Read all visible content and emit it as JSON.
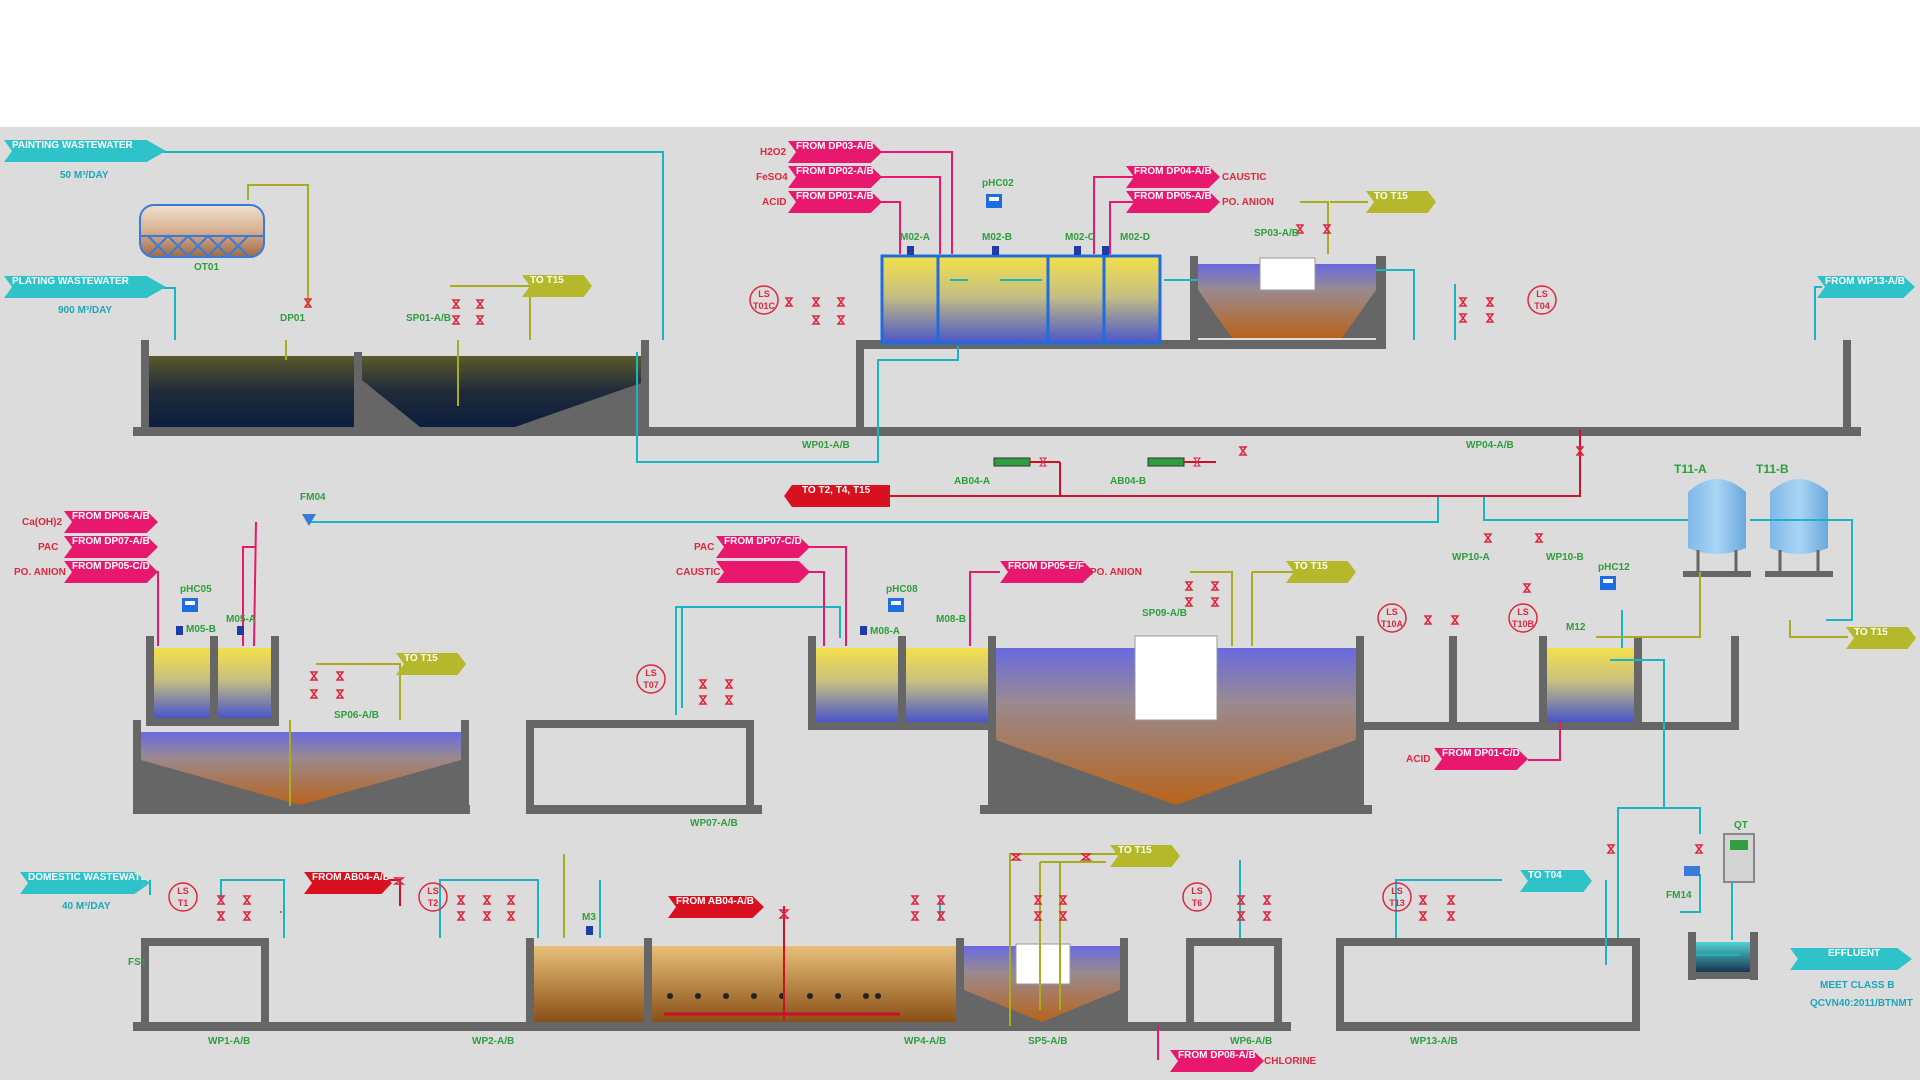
{
  "colors": {
    "background": "#dcdcdc",
    "wall": "#666666",
    "pipe_cyan": "#19b5c4",
    "pipe_magenta": "#e8186e",
    "pipe_olive": "#a8ad1e",
    "pipe_red": "#d0102a",
    "label_green": "#2e9e3e",
    "tag_magenta": "#e8186e",
    "tag_cyan": "#2ec3c8",
    "tag_olive": "#b5b82a",
    "tag_red": "#d8101f"
  },
  "inflows": {
    "painting": {
      "label": "PAINTING WASTEWATER",
      "rate": "50 M³/DAY"
    },
    "plating": {
      "label": "PLATING WASTEWATER",
      "rate": "900 M³/DAY"
    },
    "domestic": {
      "label": "DOMESTIC WASTEWATER",
      "rate": "40 M³/DAY"
    },
    "from_wp13": "FROM WP13-A/B"
  },
  "effluent": {
    "label": "EFFLUENT",
    "note1": "MEET CLASS B",
    "note2": "QCVN40:2011/BTNMT"
  },
  "chem_tags": {
    "dp03ab": "FROM DP03-A/B",
    "dp02ab": "FROM DP02-A/B",
    "dp01ab": "FROM DP01-A/B",
    "dp04ab": "FROM DP04-A/B",
    "dp05ab": "FROM DP05-A/B",
    "dp06ab": "FROM DP06-A/B",
    "dp07ab": "FROM DP07-A/B",
    "dp05cd": "FROM DP05-C/D",
    "dp07cd": "FROM DP07-C/D",
    "dp05ef": "FROM DP05-E/F",
    "dp01cd": "FROM DP01-C/D",
    "dp08ab": "FROM DP08-A/B",
    "ab04ab_1": "FROM AB04-A/B",
    "ab04ab_2": "FROM AB04-A/B",
    "caustic_blank": ""
  },
  "chem_names": {
    "h2o2": "H2O2",
    "feso4": "FeSO4",
    "acid1": "ACID",
    "caustic1": "CAUSTIC",
    "po_anion1": "PO. ANION",
    "caoh2": "Ca(OH)2",
    "pac1": "PAC",
    "po_anion2": "PO. ANION",
    "pac2": "PAC",
    "caustic2": "CAUSTIC",
    "po_anion3": "PO. ANION",
    "acid2": "ACID",
    "chlorine": "CHLORINE"
  },
  "to_tags": {
    "t15_1": "TO T15",
    "t15_2": "TO T15",
    "t15_3": "TO T15",
    "t15_4": "TO T15",
    "t15_5": "TO T15",
    "t15_6": "TO T15",
    "t04": "TO T04",
    "t2t4t15": "TO T2, T4, T15"
  },
  "ls": {
    "t01c": "T01C",
    "t04": "T04",
    "t07": "T07",
    "t10a": "T10A",
    "t10b": "T10B",
    "t1": "T1",
    "t2": "T2",
    "t6": "T6",
    "t13": "T13",
    "prefix": "LS"
  },
  "equipment": {
    "ot01": "OT01",
    "dp01": "DP01",
    "sp01": "SP01-A/B",
    "wp01": "WP01-A/B",
    "m02a": "M02-A",
    "m02b": "M02-B",
    "m02c": "M02-C",
    "m02d": "M02-D",
    "phc02": "pHC02",
    "sp03": "SP03-A/B",
    "wp04": "WP04-A/B",
    "ab04a": "AB04-A",
    "ab04b": "AB04-B",
    "fm04": "FM04",
    "t11a": "T11-A",
    "t11b": "T11-B",
    "wp10a": "WP10-A",
    "wp10b": "WP10-B",
    "phc05": "pHC05",
    "m05a": "M05-A",
    "m05b": "M05-B",
    "sp06": "SP06-A/B",
    "wp07": "WP07-A/B",
    "phc08": "pHC08",
    "m08a": "M08-A",
    "m08b": "M08-B",
    "sp09": "SP09-A/B",
    "phc12": "pHC12",
    "m12": "M12",
    "m3": "M3",
    "fs1": "FS1",
    "wp1": "WP1-A/B",
    "wp2": "WP2-A/B",
    "wp4": "WP4-A/B",
    "sp5": "SP5-A/B",
    "wp6": "WP6-A/B",
    "wp13": "WP13-A/B",
    "qt": "QT",
    "fm14": "FM14"
  }
}
